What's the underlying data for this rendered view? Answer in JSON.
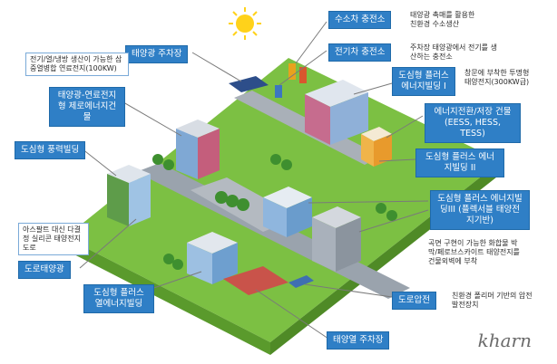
{
  "labels": {
    "hydrogen_station": "수소차 충전소",
    "ev_station": "전기차 충전소",
    "solar_parking": "태양광 주차장",
    "urban_plus_1": "도심형 플러스 에너지빌딩 I",
    "energy_conversion": "에너지전환/저장 건물 (EESS, HESS, TESS)",
    "urban_plus_2": "도심형 플러스 에너지빌딩 II",
    "urban_plus_3": "도심형 플러스 에너지빌딩III (플렉서블 태양전지기반)",
    "zero_energy": "태양광-연료전지형 제로에너지건물",
    "wind_building": "도심형 풍력빌딩",
    "road_solar": "도로태양광",
    "thermal_building": "도심형 플러스 열에너지빌딩",
    "road_piezo": "도로압전",
    "solar_heat_parking": "태양열 주차장"
  },
  "descriptions": {
    "hydrogen": "태양광 촉매를 활용한 친환경 수소생산",
    "ev": "주차장 태양광에서 전기를 생산하는 충전소",
    "transparent_pv": "창문에 부착한 투명형 태양전지(300KW급)",
    "fuel_cell": "전기/열/냉방 생산이 가능한 삼중열병합 연료전지(100KW)",
    "asphalt": "아스팔트 대신 다결정 실리콘 태양전지 도로",
    "curved": "곡면 구현이 가능한 화합물 박막/페로브스카이트 태양전지를 건물외벽에 부착",
    "piezo": "친환경 폴리머 기반의 압전 발전장치"
  },
  "watermark": "kharn",
  "colors": {
    "label_bg": "#2f7fc6",
    "grass": "#7cc043",
    "road": "#9aa3ad",
    "leader": "#7a7a7a"
  }
}
